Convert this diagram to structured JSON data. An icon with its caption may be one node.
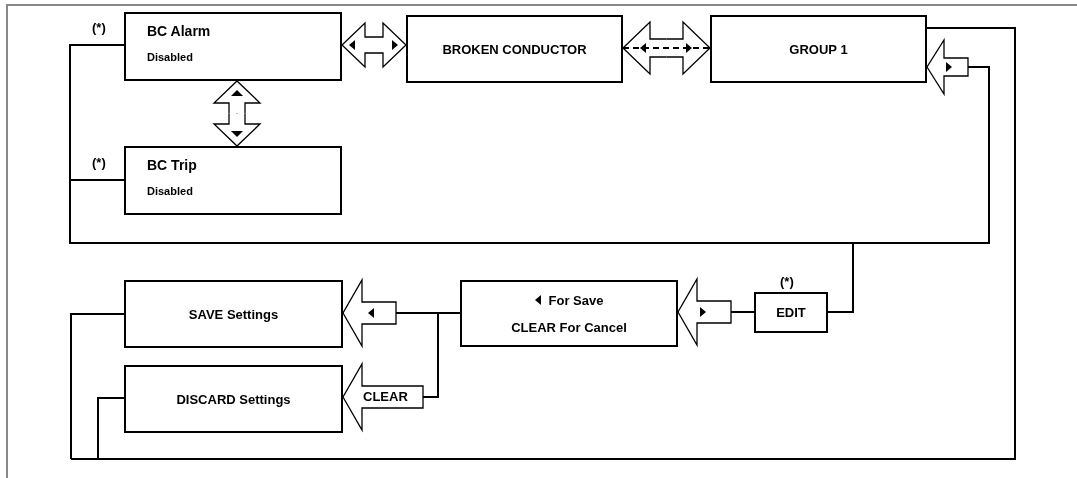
{
  "diagram": {
    "nodes": [
      {
        "text": [
          "BC Alarm",
          "Disabled"
        ],
        "beside": [
          "(*)"
        ]
      },
      {
        "text": [
          "BROKEN CONDUCTOR"
        ]
      },
      {
        "text": [
          "GROUP 1"
        ]
      },
      {
        "text": [
          "BC Trip",
          "Disabled"
        ],
        "beside": [
          "(*)"
        ]
      },
      {
        "text": [
          "EDIT"
        ],
        "beside": [
          "(*)"
        ]
      },
      {
        "text": [
          "For Save",
          "CLEAR For Cancel"
        ]
      },
      {
        "text": [
          "SAVE Settings"
        ]
      },
      {
        "text": [
          "DISCARD Settings"
        ]
      }
    ],
    "edges": [
      {
        "from": 0,
        "to": 1,
        "arrow": "both"
      },
      {
        "from": 0,
        "to": 3,
        "arrow": "both"
      },
      {
        "from": 1,
        "to": 2,
        "arrow": "both",
        "style": "dashed"
      },
      {
        "from": 0,
        "to": 4,
        "arrow": "none"
      },
      {
        "from": 3,
        "to": 4,
        "arrow": "none"
      },
      {
        "from": 4,
        "to": 2,
        "arrow": "to"
      },
      {
        "from": 4,
        "to": 5,
        "arrow": "to"
      },
      {
        "from": 5,
        "to": 6,
        "arrow": "to"
      },
      {
        "from": 5,
        "to": 7,
        "arrow": "to",
        "label": "CLEAR"
      },
      {
        "from": 6,
        "to": 2,
        "arrow": "none"
      },
      {
        "from": 7,
        "to": 2,
        "arrow": "none"
      }
    ]
  }
}
